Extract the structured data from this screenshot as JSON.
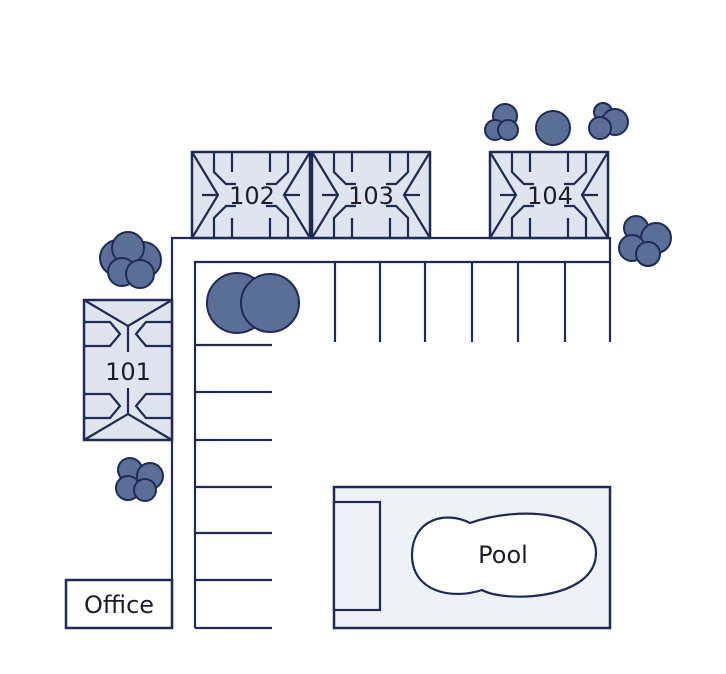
{
  "title": "Motel site plan",
  "units": [
    {
      "id": "101",
      "label": "101"
    },
    {
      "id": "102",
      "label": "102"
    },
    {
      "id": "103",
      "label": "103"
    },
    {
      "id": "104",
      "label": "104"
    }
  ],
  "office_label": "Office",
  "pool_label": "Pool",
  "colors": {
    "line": "#1f2a55",
    "building_fill": "#dfe5ef",
    "tree_fill": "#5b6f96",
    "pool_area_fill": "#eef1f6"
  }
}
